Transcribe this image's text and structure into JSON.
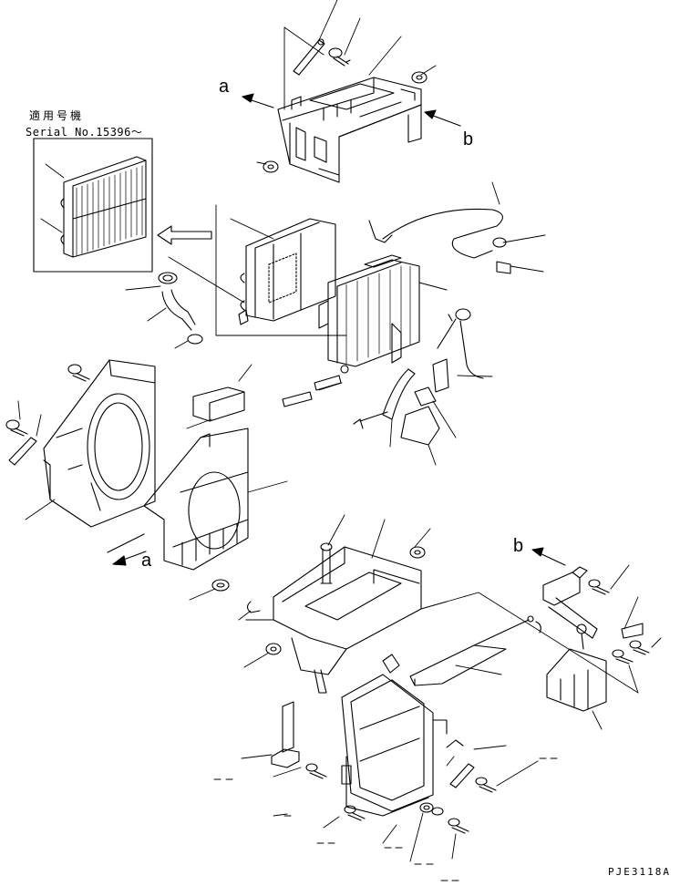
{
  "serial": {
    "applicable_label_jp": "適用号機",
    "serial_label": "Serial No.15396～"
  },
  "arrow_labels": {
    "a_top": "a",
    "b_top": "b",
    "a_mid": "a",
    "b_right": "b"
  },
  "drawing_code": "PJE3118A"
}
